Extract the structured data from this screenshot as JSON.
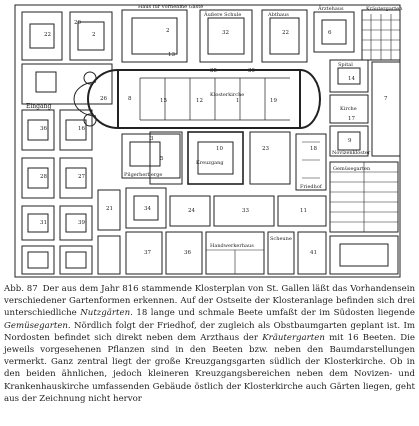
{
  "figure": {
    "labels": {
      "haus_fuer_gaeste": "Haus für vornehme Gäste",
      "aeussere_schule": "Äußere Schule",
      "abthaus": "Abthaus",
      "aerztehaus": "Ärztehaus",
      "kraeutergarten": "Kräutergarten",
      "spital": "Spital",
      "klosterkirche": "Klosterkirche",
      "kirche": "Kirche",
      "eingang": "Eingang",
      "kreuzgang": "Kreuzgang",
      "pilgerherberge": "Pilgerherberge",
      "friedhof": "Friedhof",
      "novizenkloster": "Novizenkloster",
      "gemuesegarten": "Gemüsegarten",
      "handwerkerhaus": "Handwerkerhaus",
      "scheune": "Scheune"
    },
    "numbers": [
      "2",
      "32",
      "22",
      "6",
      "20",
      "22",
      "2",
      "13",
      "35",
      "30",
      "8",
      "15",
      "12",
      "1",
      "19",
      "26",
      "3",
      "10",
      "23",
      "5",
      "18",
      "14",
      "17",
      "9",
      "7",
      "36",
      "16",
      "28",
      "27",
      "31",
      "39",
      "21",
      "34",
      "24",
      "33",
      "11",
      "37",
      "36",
      "41"
    ]
  },
  "caption": {
    "figno": "Abb. 87",
    "t1": "Der aus dem Jahr 816 stammende Klosterplan von St. Gallen läßt das Vorhandensein verschiedener Gartenformen erkennen. Auf der Ostseite der Klosteranlage befinden sich drei unterschiedliche ",
    "e1": "Nutzgärten.",
    "t2": " 18 lange und schmale Beete umfaßt der im Südosten liegende ",
    "e2": "Gemüsegarten.",
    "t3": " Nördlich folgt der Friedhof, der zugleich als Obstbaumgarten geplant ist. Im Nordosten befindet sich direkt neben dem Arzthaus der ",
    "e3": "Kräutergarten",
    "t4": " mit 16 Beeten. Die jeweils vorgesehenen Pflanzen sind in den Beeten bzw. neben den Baumdarstellungen vermerkt. Ganz zentral liegt der große Kreuzgangsgarten südlich der Klosterkirche. Ob in den beiden ähnlichen, jedoch kleineren Kreuzgangsbereichen neben dem Novizen- und Krankenhauskirche umfassenden Gebäude östlich der Klosterkirche auch Gärten liegen, geht aus der Zeichnung nicht hervor"
  }
}
